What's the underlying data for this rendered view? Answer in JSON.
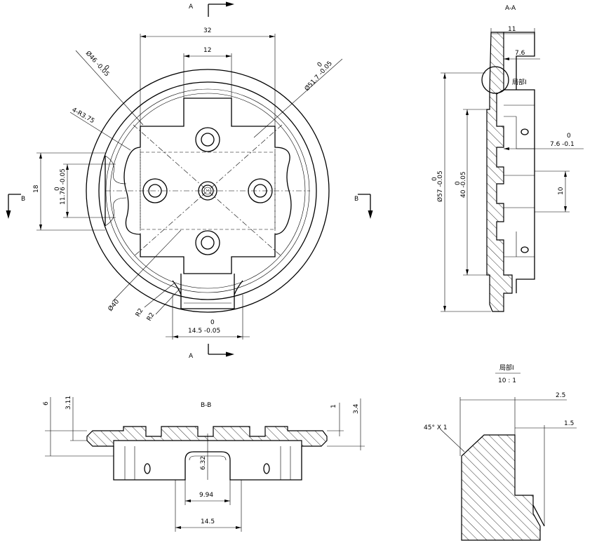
{
  "top_view": {
    "section_label_top": "A",
    "section_label_bottom": "A",
    "section_label_left": "B",
    "section_label_right": "B",
    "dim_width_32": "32",
    "dim_slot_12": "12",
    "dim_dia46": "Ø46 -0.05",
    "dim_dia46_upper": "0",
    "dim_dia51": "Ø51.7 -0.05",
    "dim_dia51_upper": "0",
    "dim_r375": "4-R3.75",
    "dim_18": "18",
    "dim_1176": "11.76 -0.05",
    "dim_1176_upper": "0",
    "dim_dia40": "Ø40",
    "dim_r2a": "R2",
    "dim_r2b": "R2",
    "dim_145": "14.5 -0.05",
    "dim_145_upper": "0"
  },
  "section_aa": {
    "title": "A-A",
    "dim_11": "11",
    "dim_76": "7.6",
    "detail_callout": "局部I",
    "dim_dia57": "Ø57 -0.05",
    "dim_dia57_upper": "0",
    "dim_40": "40 -0.05",
    "dim_40_upper": "0",
    "dim_76b": "7.6 -0.1",
    "dim_76b_upper": "0",
    "dim_10": "10"
  },
  "section_bb": {
    "title": "B-B",
    "dim_6": "6",
    "dim_311": "3.11",
    "dim_1": "1",
    "dim_34": "3.4",
    "dim_632": "6.32",
    "dim_994": "9.94",
    "dim_145": "14.5"
  },
  "detail": {
    "title": "局部I",
    "scale": "10 : 1",
    "dim_25": "2.5",
    "dim_15": "1.5",
    "chamfer": "45° X 1"
  }
}
